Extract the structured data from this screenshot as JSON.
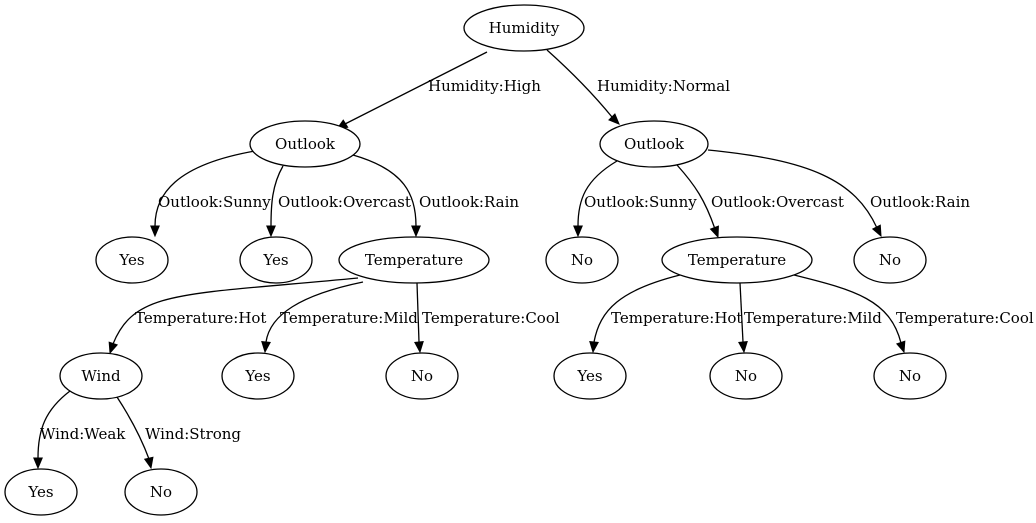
{
  "tree": {
    "nodes": [
      {
        "id": "n0",
        "label": "Humidity"
      },
      {
        "id": "n1",
        "label": "Outlook"
      },
      {
        "id": "n2",
        "label": "Outlook"
      },
      {
        "id": "n3",
        "label": "Yes"
      },
      {
        "id": "n4",
        "label": "Yes"
      },
      {
        "id": "n5",
        "label": "Temperature"
      },
      {
        "id": "n6",
        "label": "Wind"
      },
      {
        "id": "n7",
        "label": "Yes"
      },
      {
        "id": "n8",
        "label": "No"
      },
      {
        "id": "n9",
        "label": "Yes"
      },
      {
        "id": "n10",
        "label": "No"
      },
      {
        "id": "n11",
        "label": "No"
      },
      {
        "id": "n12",
        "label": "Temperature"
      },
      {
        "id": "n13",
        "label": "No"
      },
      {
        "id": "n14",
        "label": "Yes"
      },
      {
        "id": "n15",
        "label": "No"
      },
      {
        "id": "n16",
        "label": "No"
      }
    ],
    "edges": [
      {
        "id": "e0",
        "from": "n0",
        "to": "n1",
        "label": "Humidity:High"
      },
      {
        "id": "e1",
        "from": "n0",
        "to": "n2",
        "label": "Humidity:Normal"
      },
      {
        "id": "e2",
        "from": "n1",
        "to": "n3",
        "label": "Outlook:Sunny"
      },
      {
        "id": "e3",
        "from": "n1",
        "to": "n4",
        "label": "Outlook:Overcast"
      },
      {
        "id": "e4",
        "from": "n1",
        "to": "n5",
        "label": "Outlook:Rain"
      },
      {
        "id": "e5",
        "from": "n5",
        "to": "n6",
        "label": "Temperature:Hot"
      },
      {
        "id": "e6",
        "from": "n5",
        "to": "n7",
        "label": "Temperature:Mild"
      },
      {
        "id": "e7",
        "from": "n5",
        "to": "n8",
        "label": "Temperature:Cool"
      },
      {
        "id": "e8",
        "from": "n6",
        "to": "n9",
        "label": "Wind:Weak"
      },
      {
        "id": "e9",
        "from": "n6",
        "to": "n10",
        "label": "Wind:Strong"
      },
      {
        "id": "e10",
        "from": "n2",
        "to": "n11",
        "label": "Outlook:Sunny"
      },
      {
        "id": "e11",
        "from": "n2",
        "to": "n12",
        "label": "Outlook:Overcast"
      },
      {
        "id": "e12",
        "from": "n2",
        "to": "n13",
        "label": "Outlook:Rain"
      },
      {
        "id": "e13",
        "from": "n12",
        "to": "n14",
        "label": "Temperature:Hot"
      },
      {
        "id": "e14",
        "from": "n12",
        "to": "n15",
        "label": "Temperature:Mild"
      },
      {
        "id": "e15",
        "from": "n12",
        "to": "n16",
        "label": "Temperature:Cool"
      }
    ]
  }
}
